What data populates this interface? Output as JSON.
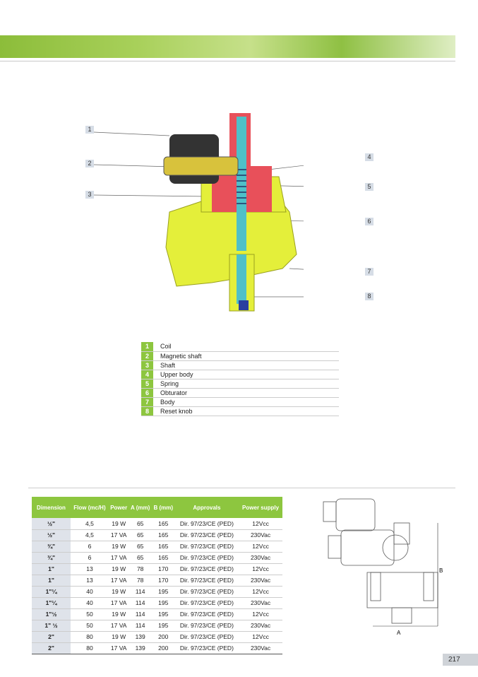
{
  "callouts": [
    "1",
    "2",
    "3",
    "4",
    "5",
    "6",
    "7",
    "8"
  ],
  "legend": [
    {
      "n": "1",
      "label": "Coil"
    },
    {
      "n": "2",
      "label": "Magnetic shaft"
    },
    {
      "n": "3",
      "label": "Shaft"
    },
    {
      "n": "4",
      "label": " Upper body"
    },
    {
      "n": "5",
      "label": "Spring"
    },
    {
      "n": "6",
      "label": "Obturator"
    },
    {
      "n": "7",
      "label": "Body"
    },
    {
      "n": "8",
      "label": "Reset knob"
    }
  ],
  "spec": {
    "headers": [
      "Dimension",
      "Flow (mc/H)",
      "Power",
      "A (mm)",
      "B (mm)",
      "Approvals",
      "Power supply"
    ],
    "rows": [
      [
        "½\"",
        "4,5",
        "19 W",
        "65",
        "165",
        "Dir. 97/23/CE (PED)",
        "12Vcc"
      ],
      [
        "½\"",
        "4,5",
        "17 VA",
        "65",
        "165",
        "Dir. 97/23/CE (PED)",
        "230Vac"
      ],
      [
        "¾\"",
        "6",
        "19 W",
        "65",
        "165",
        "Dir. 97/23/CE (PED)",
        "12Vcc"
      ],
      [
        "¾\"",
        "6",
        "17 VA",
        "65",
        "165",
        "Dir. 97/23/CE (PED)",
        "230Vac"
      ],
      [
        "1\"",
        "13",
        "19 W",
        "78",
        "170",
        "Dir. 97/23/CE (PED)",
        "12Vcc"
      ],
      [
        "1\"",
        "13",
        "17 VA",
        "78",
        "170",
        "Dir. 97/23/CE (PED)",
        "230Vac"
      ],
      [
        "1\"¼",
        "40",
        "19 W",
        "114",
        "195",
        "Dir. 97/23/CE (PED)",
        "12Vcc"
      ],
      [
        "1\"¼",
        "40",
        "17 VA",
        "114",
        "195",
        "Dir. 97/23/CE (PED)",
        "230Vac"
      ],
      [
        "1\"½",
        "50",
        "19 W",
        "114",
        "195",
        "Dir. 97/23/CE (PED)",
        "12Vcc"
      ],
      [
        "1\" ½",
        "50",
        "17 VA",
        "114",
        "195",
        "Dir. 97/23/CE (PED)",
        "230Vac"
      ],
      [
        "2\"",
        "80",
        "19 W",
        "139",
        "200",
        "Dir. 97/23/CE (PED)",
        "12Vcc"
      ],
      [
        "2\"",
        "80",
        "17 VA",
        "139",
        "200",
        "Dir. 97/23/CE (PED)",
        "230Vac"
      ]
    ]
  },
  "drawing": {
    "dim_a": "A",
    "dim_b": "B"
  },
  "page_number": "217"
}
